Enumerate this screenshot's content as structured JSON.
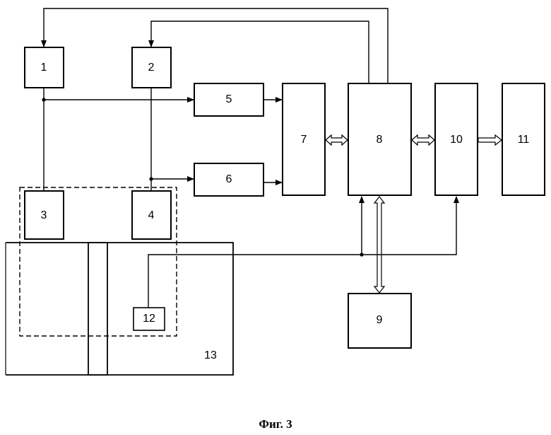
{
  "diagram": {
    "blocks": {
      "b1": "1",
      "b2": "2",
      "b3": "3",
      "b4": "4",
      "b5": "5",
      "b6": "6",
      "b7": "7",
      "b8": "8",
      "b9": "9",
      "b10": "10",
      "b11": "11",
      "b12": "12",
      "b13": "13"
    },
    "caption": "Фиг. 3"
  }
}
